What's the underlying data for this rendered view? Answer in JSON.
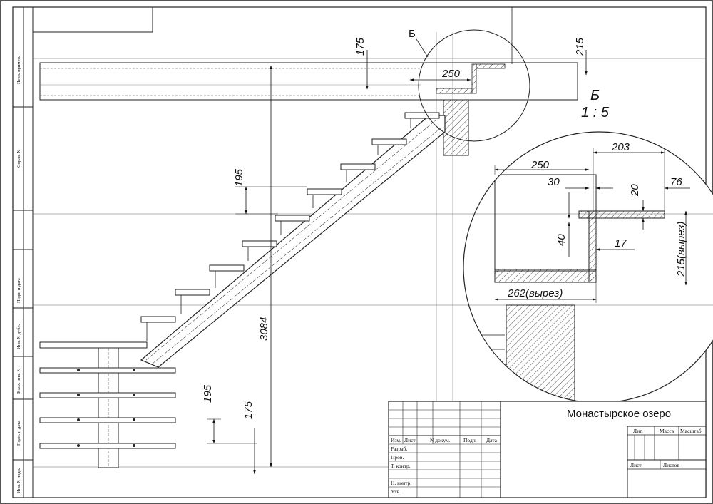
{
  "drawing": {
    "project_name": "Монастырское озеро",
    "view_label": "Б",
    "view_scale": "1 : 5",
    "callout_label": "Б"
  },
  "dimensions": {
    "top_step": "175",
    "detail_tread": "250",
    "top_right": "215",
    "riser_upper": "195",
    "total_height": "3084",
    "riser_lower": "195",
    "bottom_step": "175",
    "detail_250": "250",
    "detail_203": "203",
    "detail_30": "30",
    "detail_20": "20",
    "detail_76": "76",
    "detail_40": "40",
    "detail_17": "17",
    "detail_215_cut": "215(вырез)",
    "detail_262_cut": "262(вырез)"
  },
  "side_stamp": {
    "perv_primen": "Перв. примен.",
    "sprav_n": "Справ. N",
    "podp_data_1": "Подп. и дата",
    "inv_n_dubl": "Инв. N дубл.",
    "vzam_inv_n": "Взам. инв. N",
    "podp_data_2": "Подп. и дата",
    "inv_n_podl": "Инв. N подл."
  },
  "title_block": {
    "izm": "Изм.",
    "list": "Лист",
    "n_dokum": "N докум.",
    "podp": "Подп.",
    "data": "Дата",
    "razrab": "Разраб.",
    "prov": "Пров.",
    "t_kontr": "Т. контр.",
    "n_kontr": "Н. контр.",
    "utv": "Утв.",
    "lit": "Лит.",
    "massa": "Масса",
    "masshtab": "Масштаб",
    "list_right": "Лист",
    "listov": "Листов"
  }
}
